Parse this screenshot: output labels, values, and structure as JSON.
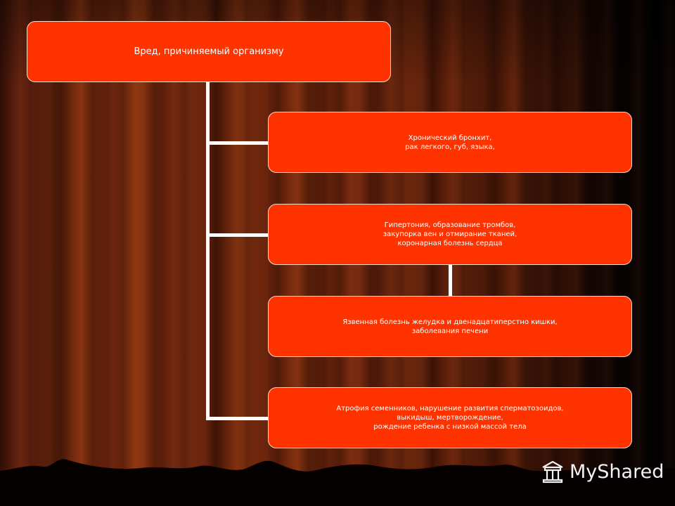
{
  "diagram": {
    "root": {
      "label": "Вред, причиняемый организму"
    },
    "children": [
      {
        "label": "Хронический бронхит,\nрак легкого, губ, языка,"
      },
      {
        "label": "Гипертония, образование тромбов,\nзакупорка вен  и отмирание тканей,\nкоронарная болезнь сердца"
      },
      {
        "label": "Язвенная болезнь желудка и двенадцатиперстно кишки,\nзаболевания печени"
      },
      {
        "label": "Атрофия семенников, нарушение развития сперматозоидов,\nвыкидыш, мертворождение,\nрождение ребенка с низкой массой тела"
      }
    ]
  },
  "watermark": {
    "text": "MyShared",
    "icon": "myshared-logo-icon"
  },
  "colors": {
    "node_fill": "#ff3300",
    "connector": "#ffffff",
    "text": "#ffffff"
  }
}
